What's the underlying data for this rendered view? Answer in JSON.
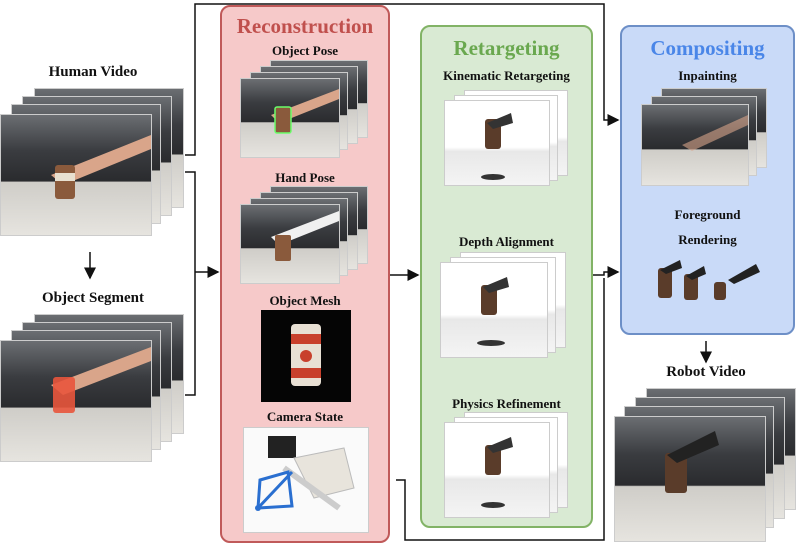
{
  "left": {
    "human_video": "Human Video",
    "object_segment": "Object Segment"
  },
  "reconstruction": {
    "title": "Reconstruction",
    "object_pose": "Object Pose",
    "hand_pose": "Hand Pose",
    "object_mesh": "Object Mesh",
    "camera_state": "Camera State"
  },
  "retargeting": {
    "title": "Retargeting",
    "kinematic": "Kinematic Retargeting",
    "depth": "Depth Alignment",
    "physics": "Physics Refinement"
  },
  "compositing": {
    "title": "Compositing",
    "inpainting": "Inpainting",
    "foreground_line1": "Foreground",
    "foreground_line2": "Rendering"
  },
  "output": {
    "robot_video": "Robot Video"
  },
  "colors": {
    "reconstruction_fill": "#f6c9c9",
    "reconstruction_border": "#c05a5a",
    "reconstruction_title": "#c0504d",
    "retargeting_fill": "#d9ead3",
    "retargeting_border": "#82b366",
    "retargeting_title": "#6aa84f",
    "compositing_fill": "#c9daf8",
    "compositing_border": "#6d8fc7",
    "compositing_title": "#4a86e8"
  }
}
